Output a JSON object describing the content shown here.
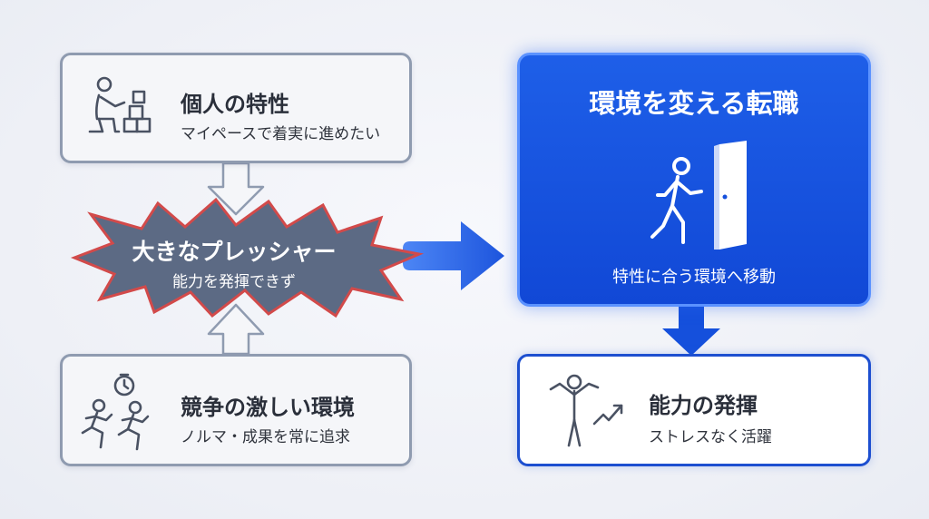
{
  "personal": {
    "title": "個人の特性",
    "subtitle": "マイペースで着実に進めたい",
    "icon": "person-stacking-blocks-icon"
  },
  "pressure": {
    "title": "大きなプレッシャー",
    "subtitle": "能力を発揮できず",
    "colors": {
      "fill": "#5c6a84",
      "border": "#d24a4a"
    }
  },
  "competitive": {
    "title": "競争の激しい環境",
    "subtitle": "ノルマ・成果を常に追求",
    "icon": "running-people-stopwatch-icon"
  },
  "career_change": {
    "title": "環境を変える転職",
    "subtitle": "特性に合う環境へ移動",
    "icon": "person-walking-through-door-icon",
    "colors": {
      "fill": "#1550dc"
    }
  },
  "ability": {
    "title": "能力の発揮",
    "subtitle": "ストレスなく活躍",
    "icon": "person-raising-arms-growth-icon"
  }
}
